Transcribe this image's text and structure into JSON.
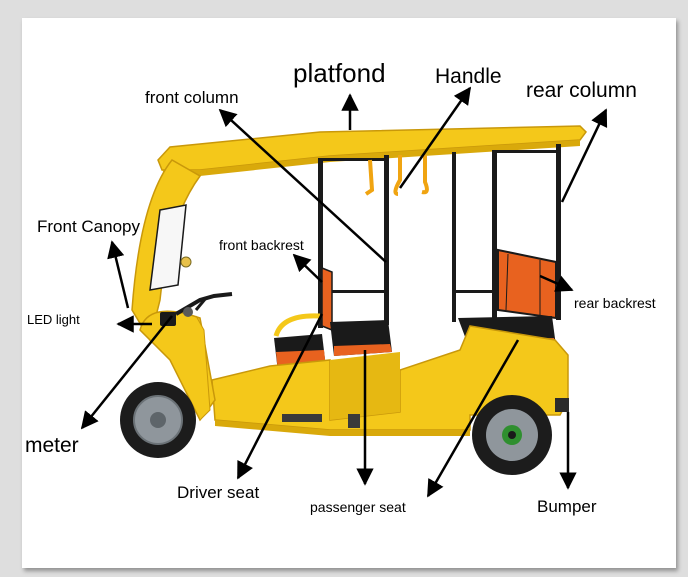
{
  "labels": {
    "platfond": "platfond",
    "handle": "Handle",
    "front_column": "front column",
    "rear_column": "rear column",
    "front_canopy": "Front Canopy",
    "front_backrest": "front backrest",
    "rear_backrest": "rear backrest",
    "led_light": "LED light",
    "meter": "meter",
    "driver_seat": "Driver seat",
    "passenger_seat": "passenger seat",
    "bumper": "Bumper"
  },
  "colors": {
    "body_yellow": "#f4c81a",
    "body_shade": "#d9a90b",
    "frame_black": "#1a1a1a",
    "seat_orange": "#e8621f",
    "tire": "#1c1c1c",
    "rim": "#8f969c",
    "arrow": "#000000"
  }
}
